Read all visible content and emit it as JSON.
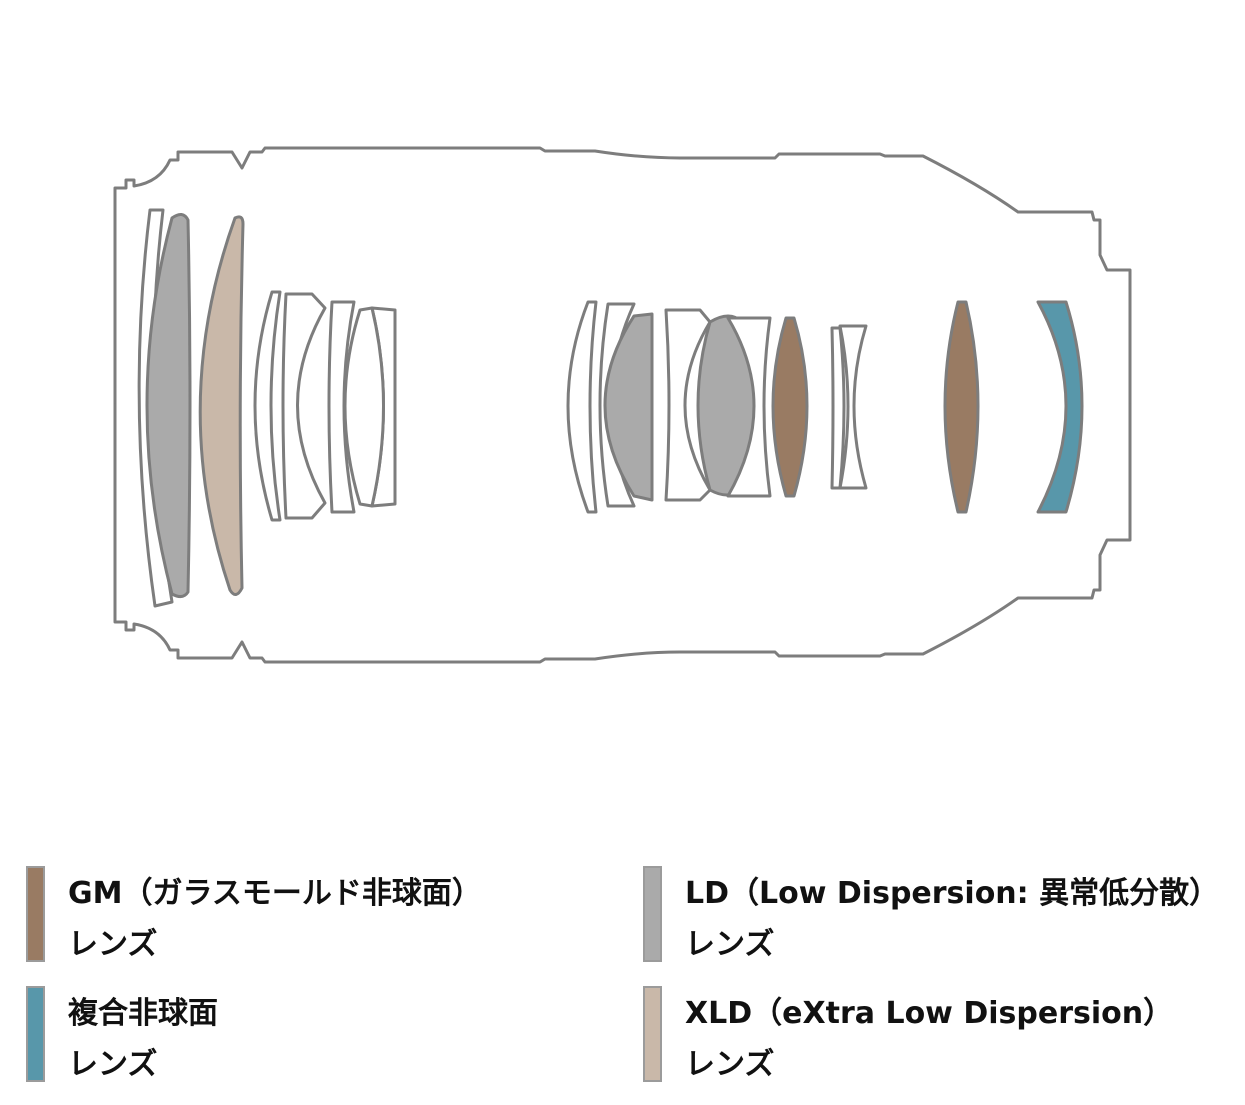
{
  "colors": {
    "outline": "#7d7d7d",
    "gm": "#997b63",
    "ld": "#aaaaaa",
    "xld": "#c9b8a9",
    "hybrid": "#5897aa",
    "plain": "#ffffff"
  },
  "legend": [
    {
      "name": "gm",
      "line1": "GM（ガラスモールド非球面）",
      "line2": "レンズ",
      "color": "#997b63"
    },
    {
      "name": "ld",
      "line1": "LD（Low Dispersion: 異常低分散）",
      "line2": "レンズ",
      "color": "#aaaaaa"
    },
    {
      "name": "hybrid",
      "line1": "複合非球面",
      "line2": "レンズ",
      "color": "#5897aa"
    },
    {
      "name": "xld",
      "line1": "XLD（eXtra Low Dispersion）",
      "line2": "レンズ",
      "color": "#c9b8a9"
    }
  ]
}
